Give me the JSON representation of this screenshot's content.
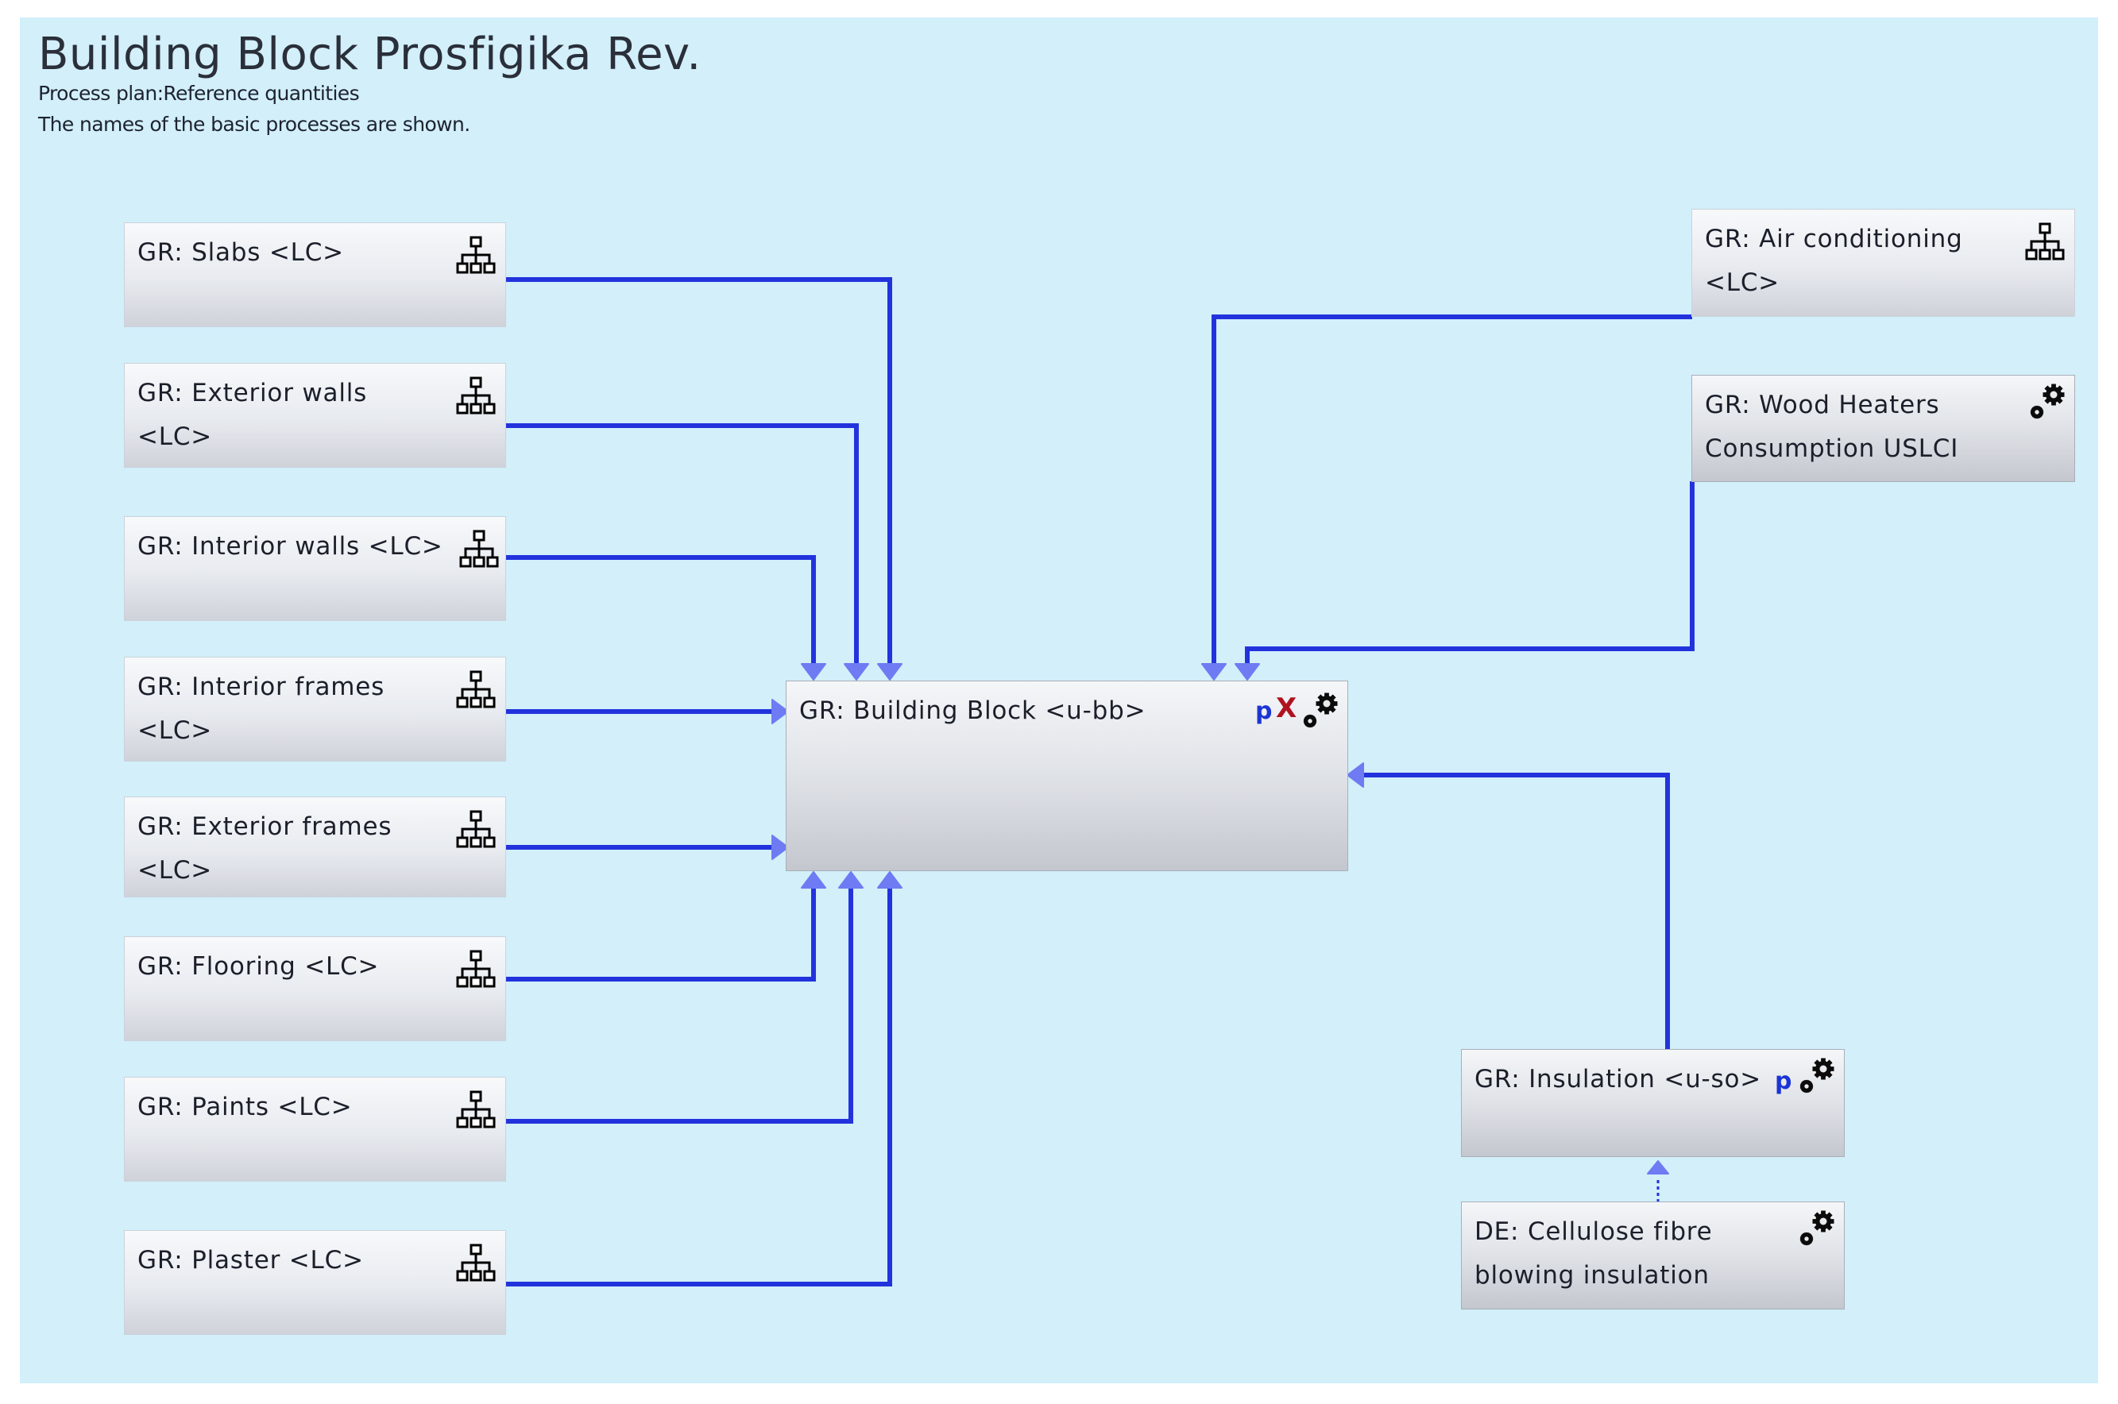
{
  "header": {
    "title": "Building Block Prosfigika Rev.",
    "subtitle_1": "Process plan:Reference quantities",
    "subtitle_2": "The names of the basic processes are shown."
  },
  "nodes": {
    "slabs": {
      "line1": "GR: Slabs <LC>",
      "line2": "",
      "icon": "hierarchy-icon"
    },
    "exterior_walls": {
      "line1": "GR: Exterior walls",
      "line2": "<LC>",
      "icon": "hierarchy-icon"
    },
    "interior_walls": {
      "line1": "GR: Interior walls <LC>",
      "line2": "",
      "icon": "hierarchy-icon"
    },
    "interior_frames": {
      "line1": "GR: Interior frames",
      "line2": "<LC>",
      "icon": "hierarchy-icon"
    },
    "exterior_frames": {
      "line1": "GR: Exterior frames",
      "line2": "<LC>",
      "icon": "hierarchy-icon"
    },
    "flooring": {
      "line1": "GR: Flooring <LC>",
      "line2": "",
      "icon": "hierarchy-icon"
    },
    "paints": {
      "line1": "GR: Paints <LC>",
      "line2": "",
      "icon": "hierarchy-icon"
    },
    "plaster": {
      "line1": "GR: Plaster <LC>",
      "line2": "",
      "icon": "hierarchy-icon"
    },
    "building_block": {
      "line1": "GR: Building Block <u-bb>",
      "line2": "",
      "icon": "gears-icon",
      "badge_p": "p",
      "badge_x": "X"
    },
    "air_conditioning": {
      "line1": "GR: Air conditioning",
      "line2": "<LC>",
      "icon": "hierarchy-icon"
    },
    "wood_heaters": {
      "line1": "GR: Wood Heaters",
      "line2": "Consumption USLCI",
      "icon": "gears-icon"
    },
    "insulation": {
      "line1": "GR: Insulation <u-so>",
      "line2": "",
      "icon": "gears-icon",
      "badge_p": "p"
    },
    "cellulose": {
      "line1": "DE: Cellulose fibre",
      "line2": "blowing insulation",
      "icon": "gears-icon"
    }
  },
  "colors": {
    "background": "#d2effa",
    "flow_line": "#2233dd",
    "arrow_head": "#6e7bf2",
    "badge_p": "#1c34d4",
    "badge_x": "#b0121f"
  }
}
